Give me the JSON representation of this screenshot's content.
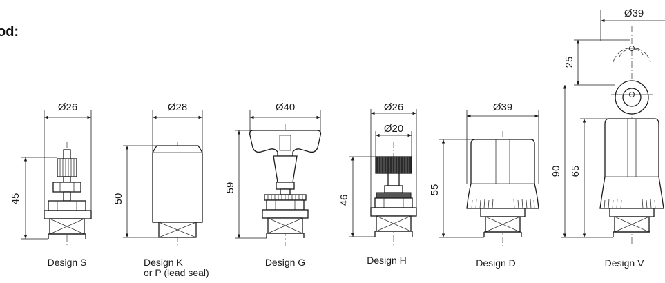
{
  "heading": "od:",
  "designs": [
    {
      "key": "S",
      "caption": [
        "Design S"
      ],
      "width_label": "Ø26",
      "height_label": "45"
    },
    {
      "key": "K",
      "caption": [
        "Design K",
        "or P (lead seal)"
      ],
      "width_label": "Ø28",
      "height_label": "50"
    },
    {
      "key": "G",
      "caption": [
        "Design G"
      ],
      "width_label": "Ø40",
      "height_label": "59"
    },
    {
      "key": "H",
      "caption": [
        "Design H"
      ],
      "width_label": "Ø26",
      "inner_width_label": "Ø20",
      "height_label": "46"
    },
    {
      "key": "D",
      "caption": [
        "Design D"
      ],
      "width_label": "Ø39",
      "height_label": "55"
    },
    {
      "key": "V",
      "caption": [
        "Design V"
      ],
      "width_label": "Ø39",
      "height_label": "90",
      "inner_height_label": "65",
      "ring_label": "25"
    }
  ],
  "colors": {
    "line": "#1a1a1a",
    "background": "#ffffff"
  }
}
